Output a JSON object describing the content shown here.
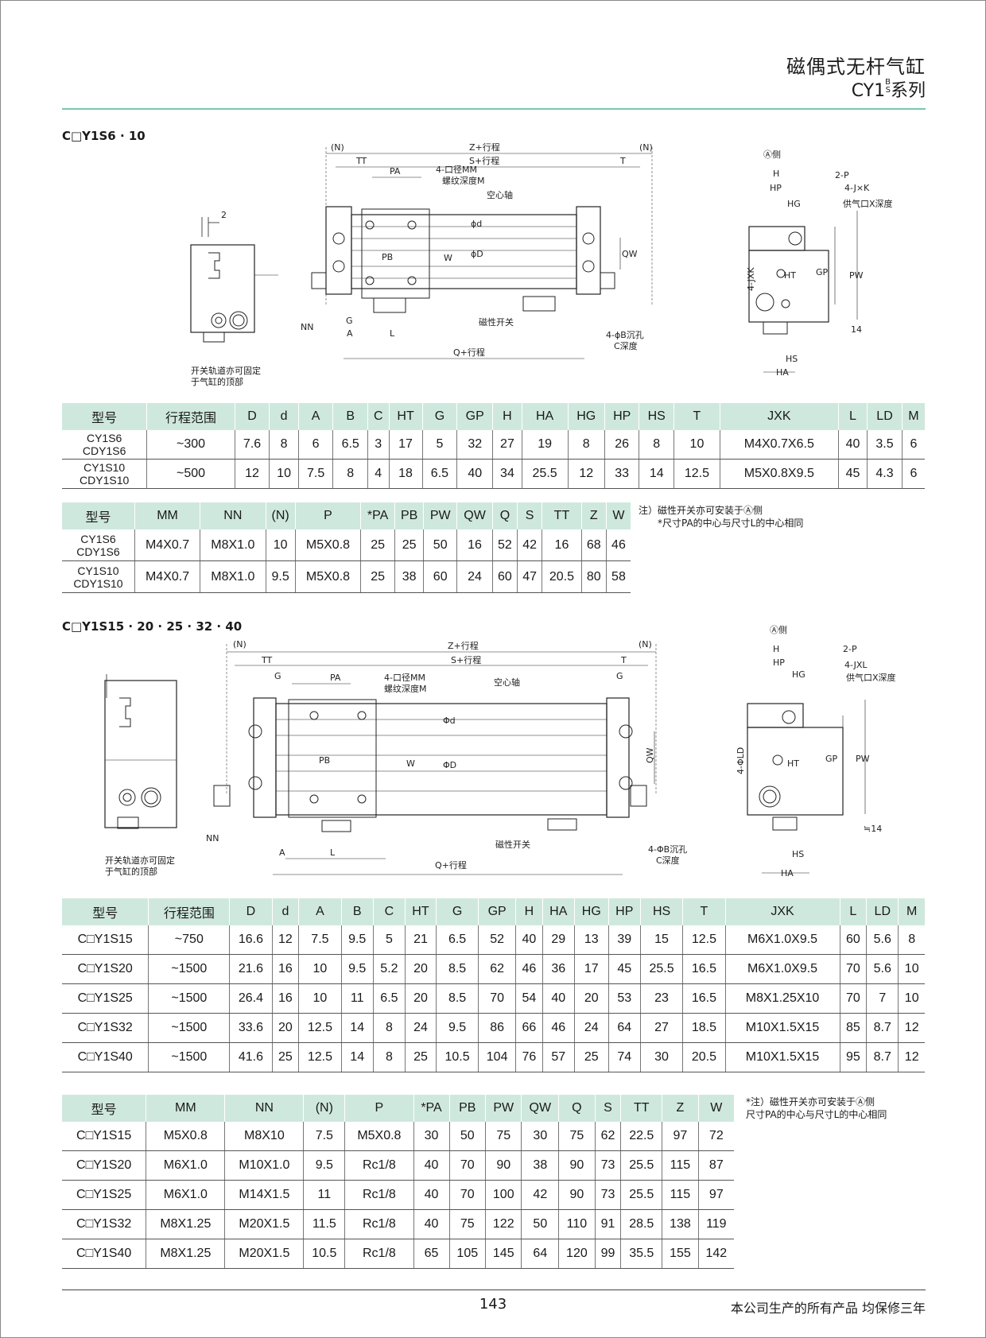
{
  "header": {
    "title": "磁偶式无杆气缸",
    "subtitle_main": "CY1",
    "subtitle_sup_top": "B",
    "subtitle_sup_bottom": "S",
    "subtitle_tail": "系列"
  },
  "section1": {
    "title": "C□Y1S6 · 10",
    "labels": {
      "n_left": "(N)",
      "n_right": "(N)",
      "z": "Z+行程",
      "s": "S+行程",
      "tt": "TT",
      "t": "T",
      "pa": "PA",
      "thread1": "4-口径MM",
      "thread2": "螺纹深度M",
      "hollow": "空心轴",
      "phi_d": "ϕd",
      "phi_D": "ϕD",
      "pb": "PB",
      "w": "W",
      "qw": "QW",
      "nn": "NN",
      "g": "G",
      "a": "A",
      "l": "L",
      "switch": "磁性开关",
      "q": "Q+行程",
      "hole1": "4-ϕB沉孔",
      "hole2": "C深度",
      "dim2": "2",
      "rail1": "开关轨道亦可固定",
      "rail2": "于气缸的顶部",
      "side_a": "Ⓐ侧",
      "h": "H",
      "hp": "HP",
      "hg": "HG",
      "p2": "2-P",
      "jk": "4-J×K",
      "port": "供气口X深度",
      "jxk": "4-JXK",
      "ht": "HT",
      "gp": "GP",
      "pw": "PW",
      "d14": "14",
      "hs": "HS",
      "ha": "HA"
    },
    "table1": {
      "headers": [
        "型号",
        "行程范围",
        "D",
        "d",
        "A",
        "B",
        "C",
        "HT",
        "G",
        "GP",
        "H",
        "HA",
        "HG",
        "HP",
        "HS",
        "T",
        "JXK",
        "L",
        "LD",
        "M"
      ],
      "rows": [
        {
          "model": [
            "CY1S6",
            "CDY1S6"
          ],
          "cells": [
            "~300",
            "7.6",
            "8",
            "6",
            "6.5",
            "3",
            "17",
            "5",
            "32",
            "27",
            "19",
            "8",
            "26",
            "8",
            "10",
            "M4X0.7X6.5",
            "40",
            "3.5",
            "6"
          ]
        },
        {
          "model": [
            "CY1S10",
            "CDY1S10"
          ],
          "cells": [
            "~500",
            "12",
            "10",
            "7.5",
            "8",
            "4",
            "18",
            "6.5",
            "40",
            "34",
            "25.5",
            "12",
            "33",
            "14",
            "12.5",
            "M5X0.8X9.5",
            "45",
            "4.3",
            "6"
          ]
        }
      ]
    },
    "table2": {
      "headers": [
        "型号",
        "MM",
        "NN",
        "(N)",
        "P",
        "*PA",
        "PB",
        "PW",
        "QW",
        "Q",
        "S",
        "TT",
        "Z",
        "W"
      ],
      "rows": [
        {
          "model": [
            "CY1S6",
            "CDY1S6"
          ],
          "cells": [
            "M4X0.7",
            "M8X1.0",
            "10",
            "M5X0.8",
            "25",
            "25",
            "50",
            "16",
            "52",
            "42",
            "16",
            "68",
            "46"
          ]
        },
        {
          "model": [
            "CY1S10",
            "CDY1S10"
          ],
          "cells": [
            "M4X0.7",
            "M8X1.0",
            "9.5",
            "M5X0.8",
            "25",
            "38",
            "60",
            "24",
            "60",
            "47",
            "20.5",
            "80",
            "58"
          ]
        }
      ]
    },
    "note": [
      "注）磁性开关亦可安装于Ⓐ侧",
      "*尺寸PA的中心与尺寸L的中心相同"
    ]
  },
  "section2": {
    "title": "C□Y1S15 · 20 · 25 · 32 · 40",
    "labels": {
      "n_left": "(N)",
      "n_right": "(N)",
      "z": "Z+行程",
      "s": "S+行程",
      "tt": "TT",
      "t": "T",
      "g": "G",
      "g2": "G",
      "pa": "PA",
      "thread1": "4-口径MM",
      "thread2": "螺纹深度M",
      "hollow": "空心轴",
      "phi_d": "Φd",
      "phi_D": "ΦD",
      "pb": "PB",
      "w": "W",
      "qw": "QW",
      "nn": "NN",
      "a": "A",
      "l": "L",
      "switch": "磁性开关",
      "q": "Q+行程",
      "hole1": "4-ΦB沉孔",
      "hole2": "C深度",
      "rail1": "开关轨道亦可固定",
      "rail2": "于气缸的顶部",
      "side_a": "Ⓐ侧",
      "h": "H",
      "hp": "HP",
      "hg": "HG",
      "p2": "2-P",
      "jxl": "4-JXL",
      "port": "供气口X深度",
      "phi_ld": "4-ΦLD",
      "ht": "HT",
      "gp": "GP",
      "pw": "PW",
      "d14": "≒14",
      "hs": "HS",
      "ha": "HA"
    },
    "table3": {
      "headers": [
        "型号",
        "行程范围",
        "D",
        "d",
        "A",
        "B",
        "C",
        "HT",
        "G",
        "GP",
        "H",
        "HA",
        "HG",
        "HP",
        "HS",
        "T",
        "JXK",
        "L",
        "LD",
        "M"
      ],
      "rows": [
        [
          "C□Y1S15",
          "~750",
          "16.6",
          "12",
          "7.5",
          "9.5",
          "5",
          "21",
          "6.5",
          "52",
          "40",
          "29",
          "13",
          "39",
          "15",
          "12.5",
          "M6X1.0X9.5",
          "60",
          "5.6",
          "8"
        ],
        [
          "C□Y1S20",
          "~1500",
          "21.6",
          "16",
          "10",
          "9.5",
          "5.2",
          "20",
          "8.5",
          "62",
          "46",
          "36",
          "17",
          "45",
          "25.5",
          "16.5",
          "M6X1.0X9.5",
          "70",
          "5.6",
          "10"
        ],
        [
          "C□Y1S25",
          "~1500",
          "26.4",
          "16",
          "10",
          "11",
          "6.5",
          "20",
          "8.5",
          "70",
          "54",
          "40",
          "20",
          "53",
          "23",
          "16.5",
          "M8X1.25X10",
          "70",
          "7",
          "10"
        ],
        [
          "C□Y1S32",
          "~1500",
          "33.6",
          "20",
          "12.5",
          "14",
          "8",
          "24",
          "9.5",
          "86",
          "66",
          "46",
          "24",
          "64",
          "27",
          "18.5",
          "M10X1.5X15",
          "85",
          "8.7",
          "12"
        ],
        [
          "C□Y1S40",
          "~1500",
          "41.6",
          "25",
          "12.5",
          "14",
          "8",
          "25",
          "10.5",
          "104",
          "76",
          "57",
          "25",
          "74",
          "30",
          "20.5",
          "M10X1.5X15",
          "95",
          "8.7",
          "12"
        ]
      ]
    },
    "table4": {
      "headers": [
        "型号",
        "MM",
        "NN",
        "(N)",
        "P",
        "*PA",
        "PB",
        "PW",
        "QW",
        "Q",
        "S",
        "TT",
        "Z",
        "W"
      ],
      "rows": [
        [
          "C□Y1S15",
          "M5X0.8",
          "M8X10",
          "7.5",
          "M5X0.8",
          "30",
          "50",
          "75",
          "30",
          "75",
          "62",
          "22.5",
          "97",
          "72"
        ],
        [
          "C□Y1S20",
          "M6X1.0",
          "M10X1.0",
          "9.5",
          "Rc1/8",
          "40",
          "70",
          "90",
          "38",
          "90",
          "73",
          "25.5",
          "115",
          "87"
        ],
        [
          "C□Y1S25",
          "M6X1.0",
          "M14X1.5",
          "11",
          "Rc1/8",
          "40",
          "70",
          "100",
          "42",
          "90",
          "73",
          "25.5",
          "115",
          "97"
        ],
        [
          "C□Y1S32",
          "M8X1.25",
          "M20X1.5",
          "11.5",
          "Rc1/8",
          "40",
          "75",
          "122",
          "50",
          "110",
          "91",
          "28.5",
          "138",
          "119"
        ],
        [
          "C□Y1S40",
          "M8X1.25",
          "M20X1.5",
          "10.5",
          "Rc1/8",
          "65",
          "105",
          "145",
          "64",
          "120",
          "99",
          "35.5",
          "155",
          "142"
        ]
      ]
    },
    "note": [
      "*注）磁性开关亦可安装于Ⓐ侧",
      "尺寸PA的中心与尺寸L的中心相同"
    ]
  },
  "footer": {
    "page_number": "143",
    "warranty": "本公司生产的所有产品  均保修三年"
  }
}
